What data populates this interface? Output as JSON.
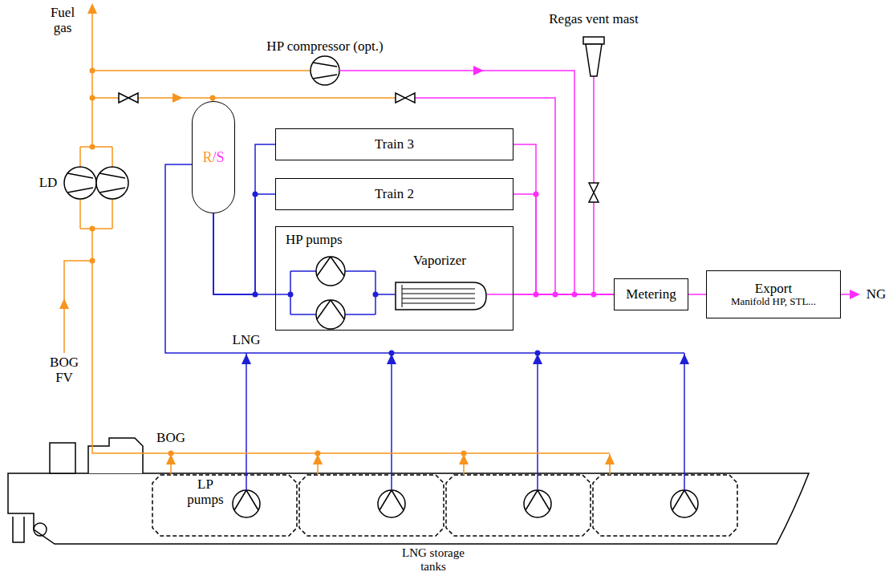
{
  "diagram": {
    "nodes": [
      {
        "text": [
          "R/S"
        ]
      },
      {
        "text": [
          "Train 3"
        ]
      },
      {
        "text": [
          "Train 2"
        ]
      },
      {
        "text": [
          "HP pumps"
        ]
      },
      {
        "text": [
          "Vaporizer"
        ],
        "in": 3
      },
      {
        "text": [
          "Metering"
        ]
      },
      {
        "text": [
          "Export",
          "Manifold HP, STL..."
        ]
      }
    ],
    "edges": [
      {
        "from": 0,
        "to": 3,
        "arrow": "none"
      },
      {
        "from": 0,
        "to": 2,
        "arrow": "none"
      },
      {
        "from": 0,
        "to": 1,
        "arrow": "none"
      },
      {
        "from": 1,
        "to": 5,
        "arrow": "none"
      },
      {
        "from": 2,
        "to": 5,
        "arrow": "none"
      },
      {
        "from": 4,
        "to": 5,
        "arrow": "none"
      },
      {
        "from": 5,
        "to": 6,
        "arrow": "none"
      }
    ],
    "labels": [
      "Fuel gas",
      "HP compressor (opt.)",
      "Regas vent mast",
      "LD",
      "BOG FV",
      "BOG",
      "LNG",
      "LP pumps",
      "LNG storage tanks",
      "NG"
    ]
  }
}
